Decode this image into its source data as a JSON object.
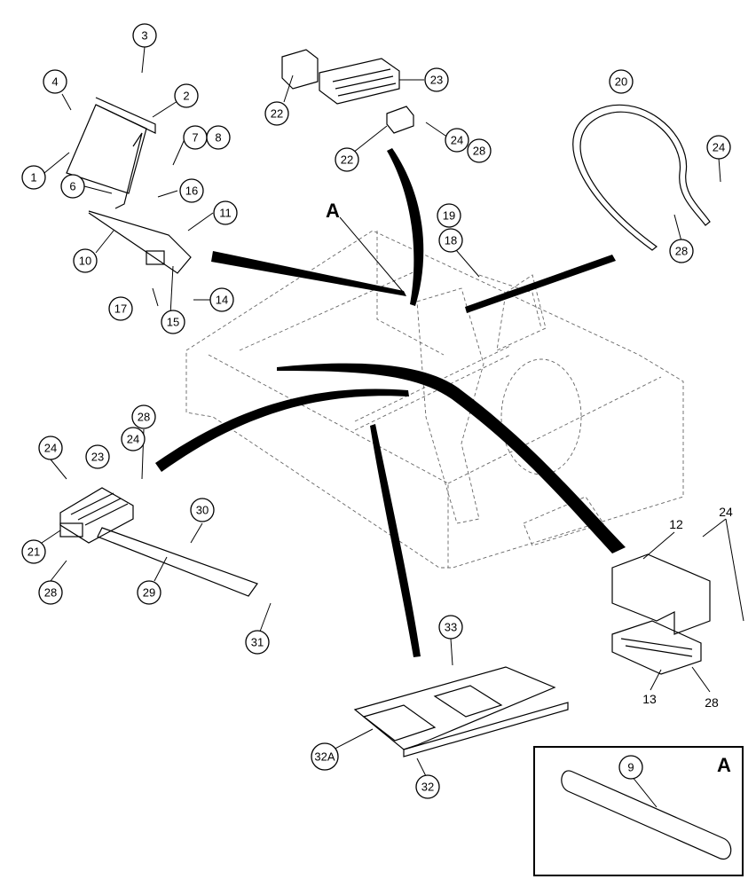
{
  "views": {
    "main_letter": "A",
    "detail_letter": "A"
  },
  "callouts": {
    "c1": "1",
    "c2": "2",
    "c3": "3",
    "c4": "4",
    "c6": "6",
    "c7": "7",
    "c8": "8",
    "c10": "10",
    "c11": "11",
    "c14": "14",
    "c15": "15",
    "c16": "16",
    "c17": "17",
    "c18": "18",
    "c19": "19",
    "c20": "20",
    "c22a": "22",
    "c22b": "22",
    "c23top": "23",
    "c24a": "24",
    "c28a": "28",
    "c24b": "24",
    "c28b": "28",
    "c24c": "24",
    "c28c": "28",
    "c24d": "24",
    "c23b": "23",
    "c21": "21",
    "c28d": "28",
    "c29": "29",
    "c30": "30",
    "c31": "31",
    "c33": "33",
    "c32a": "32A",
    "c32": "32",
    "c9": "9"
  },
  "plain_labels": {
    "l12": "12",
    "l24": "24",
    "l13": "13",
    "l28": "28"
  }
}
